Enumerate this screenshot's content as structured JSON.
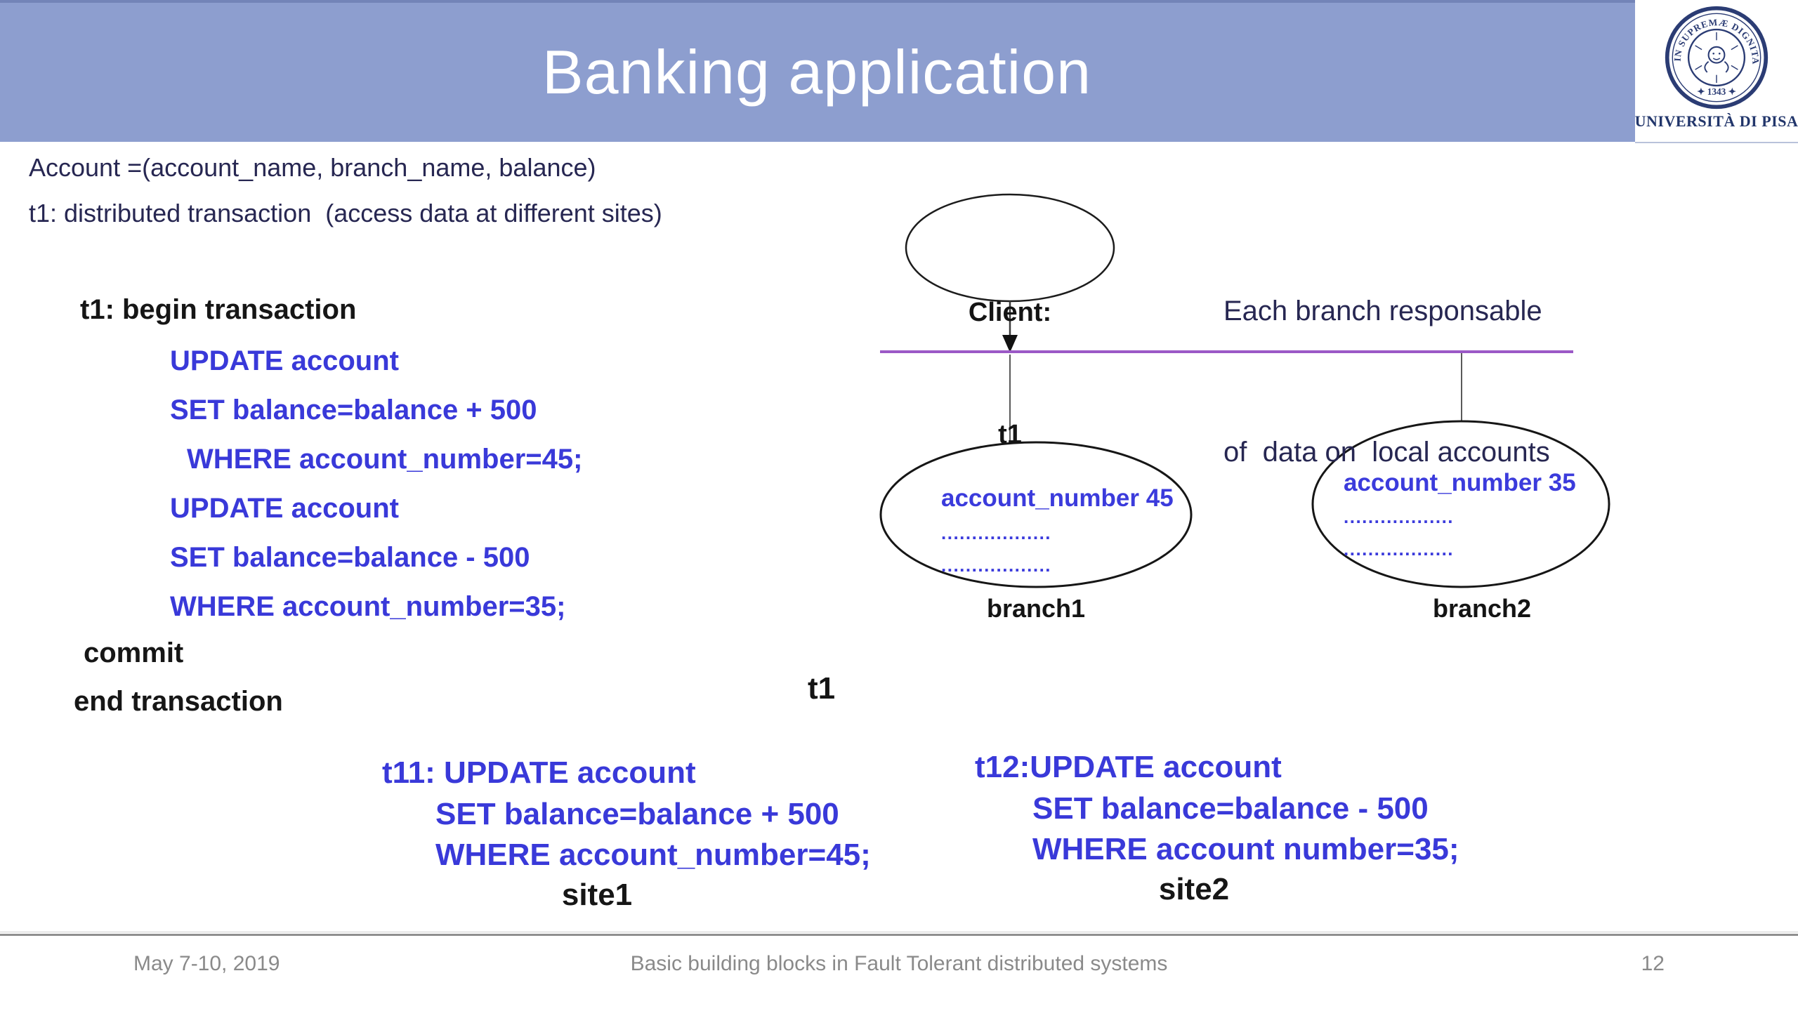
{
  "slide": {
    "title": "Banking application",
    "logo": {
      "university": "UNIVERSITÀ DI PISA",
      "seal_motto": "IN SUPREMÆ DIGNITATIS",
      "seal_year": "✦ 1343 ✦"
    },
    "intro": {
      "line1": "Account =(account_name, branch_name, balance)",
      "line2": "t1: distributed transaction  (access data at different sites)"
    },
    "transaction": {
      "begin": "t1: begin transaction",
      "statements": [
        {
          "text": "UPDATE account"
        },
        {
          "text": "SET balance=balance + 500"
        },
        {
          "text": "WHERE account_number=45;"
        },
        {
          "text": "UPDATE account"
        },
        {
          "text": "SET balance=balance - 500"
        },
        {
          "text": "WHERE account_number=35;"
        }
      ],
      "commit": "commit",
      "end": "end transaction"
    },
    "diagram": {
      "client_line1": "Client:",
      "client_line2": "t1",
      "note_line1": "Each branch responsable",
      "note_line2": "of  data on  local accounts",
      "branch1": {
        "account": "account_number 45",
        "dots1": "..................",
        "dots2": "..................",
        "label": "branch1"
      },
      "branch2": {
        "account": "account_number 35",
        "dots1": "..................",
        "dots2": "..................",
        "label": "branch2"
      },
      "t1_label": "t1"
    },
    "subtransactions": {
      "t11": {
        "line1": "t11: UPDATE account",
        "line2": "SET balance=balance + 500",
        "line3": "WHERE account_number=45;",
        "site": "site1"
      },
      "t12": {
        "line1": "t12:UPDATE account",
        "line2": "SET balance=balance - 500",
        "line3": "WHERE account number=35;",
        "site": "site2"
      }
    },
    "footer": {
      "date": "May 7-10, 2019",
      "center": "Basic building blocks in Fault Tolerant distributed systems",
      "page": "12"
    }
  },
  "colors": {
    "band": "#8d9ecf",
    "title_text": "#ffffff",
    "sql_blue": "#3939d9",
    "navy_text": "#272752",
    "timeline_purple": "#9b59c6",
    "seal_navy": "#2b3c74",
    "footer_gray": "#8a8a8a"
  }
}
